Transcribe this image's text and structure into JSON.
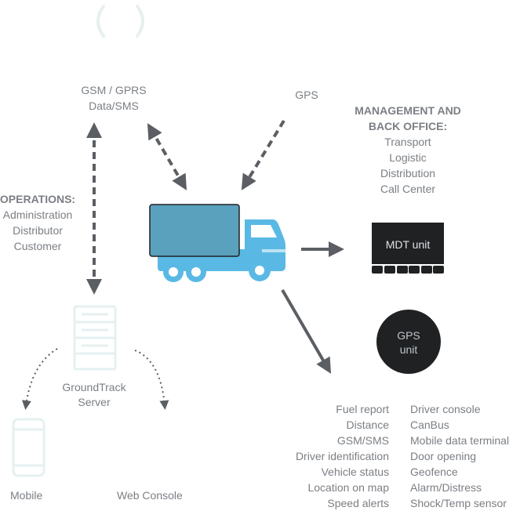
{
  "network": {
    "gsm_line1": "GSM / GPRS",
    "gsm_line2": "Data/SMS",
    "gps": "GPS"
  },
  "management": {
    "title_line1": "MANAGEMENT AND",
    "title_line2": "BACK OFFICE:",
    "items": [
      "Transport",
      "Logistic",
      "Distribution",
      "Call Center"
    ]
  },
  "operations": {
    "title": "OPERATIONS:",
    "items": [
      "Administration",
      "Distributor",
      "Customer"
    ]
  },
  "devices": {
    "mdt_label": "MDT unit",
    "gps_line1": "GPS",
    "gps_line2": "unit"
  },
  "server": {
    "line1": "GroundTrack",
    "line2": "Server"
  },
  "clients": {
    "mobile": "Mobile",
    "web": "Web Console"
  },
  "features_left": [
    "Fuel report",
    "Distance",
    "GSM/SMS",
    "Driver identification",
    "Vehicle status",
    "Location on map",
    "Speed alerts"
  ],
  "features_right": [
    "Driver console",
    "CanBus",
    "Mobile data terminal",
    "Door opening",
    "Geofence",
    "Alarm/Distress",
    "Shock/Temp sensor"
  ],
  "colors": {
    "truck": "#5ab9e4",
    "cargo": "#5aa1be",
    "arrow": "#5b5f63",
    "device": "#1f2123",
    "faded": "#e6f0f0"
  }
}
